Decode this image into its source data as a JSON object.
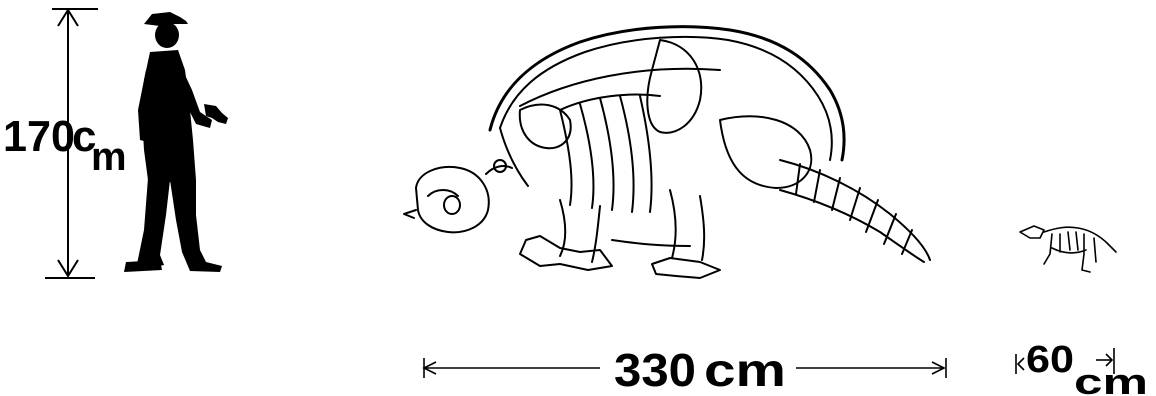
{
  "human_height": {
    "number": "170",
    "unit_c": "c",
    "unit_m": "m"
  },
  "glyptodon_length": {
    "number": "330",
    "unit": "cm"
  },
  "ancestor_length": {
    "number": "60",
    "unit": "cm"
  },
  "colors": {
    "ink": "#000000",
    "background": "#ffffff"
  },
  "icons": [
    "human-silhouette-icon",
    "glyptodon-skeleton-icon",
    "small-ancestor-skeleton-icon"
  ]
}
